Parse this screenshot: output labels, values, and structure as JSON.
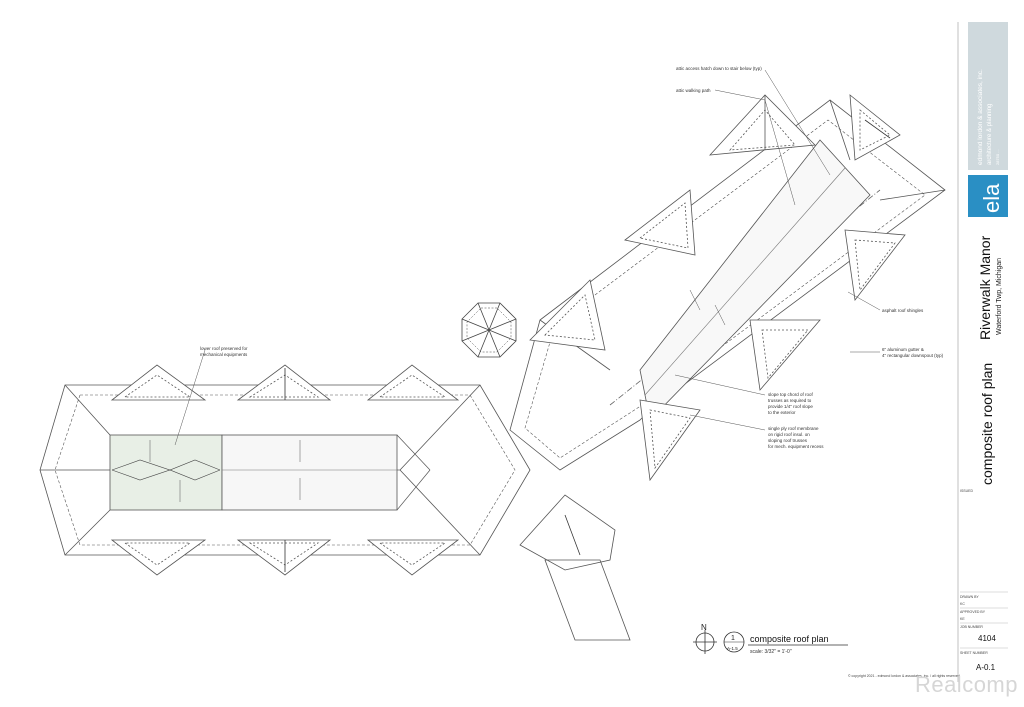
{
  "title_block": {
    "firm_logo": "ela",
    "firm_name": "edmond lordon & associates, inc.",
    "firm_tagline": "architecture & planning",
    "firm_address": "28750 ...",
    "project_name": "Riverwalk Manor",
    "project_location": "Waterford Twp, Michigan",
    "sheet_title": "composite roof plan",
    "issued_label": "ISSUED",
    "drawn_by_label": "DRAWN BY",
    "drawn_by": "KC",
    "approved_by_label": "APPROVED BY",
    "approved_by": "KE",
    "job_number_label": "JOB NUMBER",
    "job_number": "4104",
    "sheet_number_label": "SHEET NUMBER",
    "sheet_number": "A-0.1"
  },
  "drawing_callout": {
    "north_label": "N",
    "detail_number": "1",
    "detail_sheet": "A-1.5",
    "title": "composite roof plan",
    "scale": "scale: 3/32\" = 1'-0\""
  },
  "annotations": {
    "attic_hatch": "attic access hatch down to stair below (typ)",
    "attic_path": "attic walking path",
    "lower_roof": "lower roof preserved for",
    "lower_roof_2": "mechanical equipments",
    "shingles": "asphalt roof shingles",
    "gutter": "6\" aluminum gutter &",
    "gutter_2": "4\" rectangular downspout (typ)",
    "truss": "slope top chord of roof",
    "truss_2": "trusses as required to",
    "truss_3": "provide 1/4\" roof slope",
    "truss_4": "to the exterior",
    "membrane": "single ply roof membrane",
    "membrane_2": "on rigid roof insul. on",
    "membrane_3": "sloping roof trusses",
    "membrane_4": "for mech. equipment recess"
  },
  "copyright": "© copyright 2021 - edmond lordon & associates, inc. / all rights reserved",
  "watermark": "Realcomp"
}
